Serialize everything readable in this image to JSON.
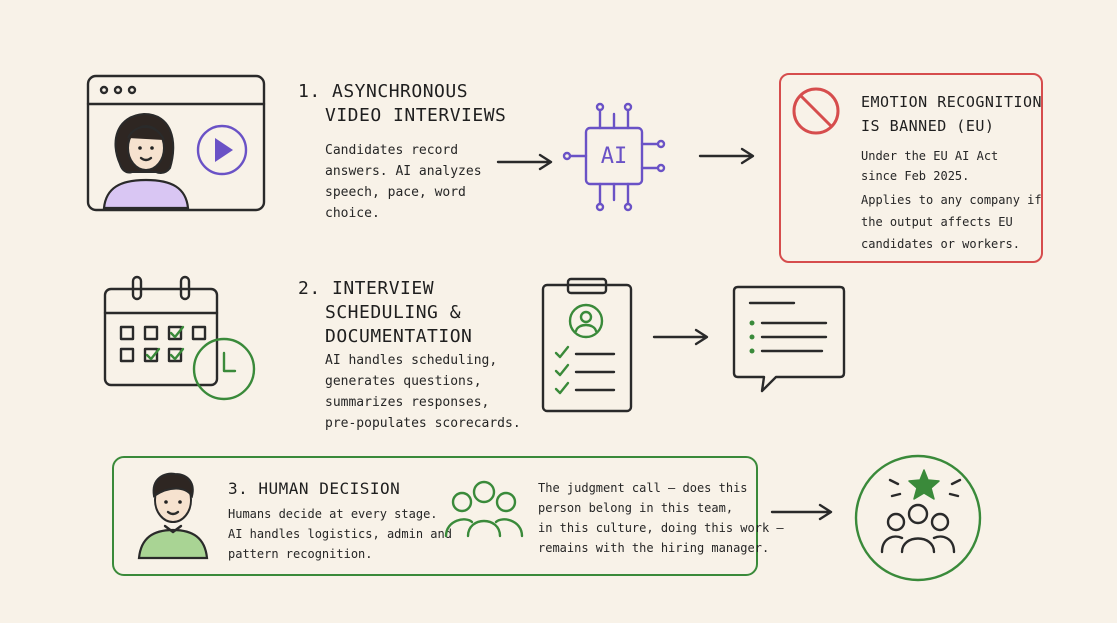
{
  "row1": {
    "title_line1": "1. ASYNCHRONOUS",
    "title_line2": "VIDEO INTERVIEWS",
    "body": "Candidates record\nanswers. AI analyzes\nspeech, pace, word\nchoice.",
    "ai_chip_label": "AI",
    "warning": {
      "title_line1": "EMOTION RECOGNITION",
      "title_line2": "IS BANNED (EU)",
      "body1": "Under the EU AI Act\nsince Feb 2025.",
      "body2": "Applies to any company if\nthe output affects EU\ncandidates or workers."
    }
  },
  "row2": {
    "title_line1": "2. INTERVIEW",
    "title_line2": "SCHEDULING &",
    "title_line3": "DOCUMENTATION",
    "body": "AI handles scheduling,\ngenerates questions,\nsummarizes responses,\npre-populates scorecards."
  },
  "row3": {
    "title": "3. HUMAN DECISION",
    "body_left": "Humans decide at every stage.\nAI handles logistics, admin and\npattern recognition.",
    "body_right": "The judgment call — does this\nperson belong in this team,\nin this culture, doing this work —\nremains with the hiring manager."
  },
  "colors": {
    "background": "#f8f2e8",
    "purple": "#6a52c6",
    "green": "#3a8a3a",
    "red": "#d64d4d",
    "ink": "#2a2a2a"
  }
}
